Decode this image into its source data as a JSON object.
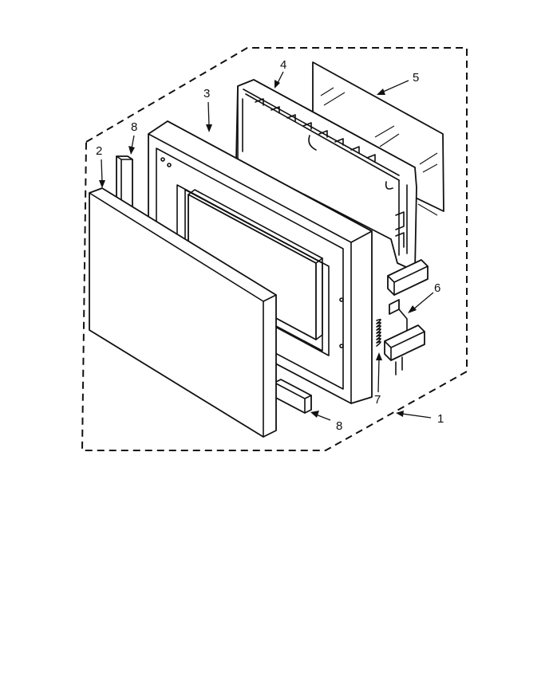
{
  "callouts": {
    "assembly": "1",
    "door_panel": "2",
    "door_frame": "3",
    "inner_frame": "4",
    "window_glass": "5",
    "latch": "6",
    "spring": "7",
    "choke_top": "8",
    "choke_bottom": "8"
  },
  "colors": {
    "line": "#111111",
    "background": "#ffffff"
  }
}
